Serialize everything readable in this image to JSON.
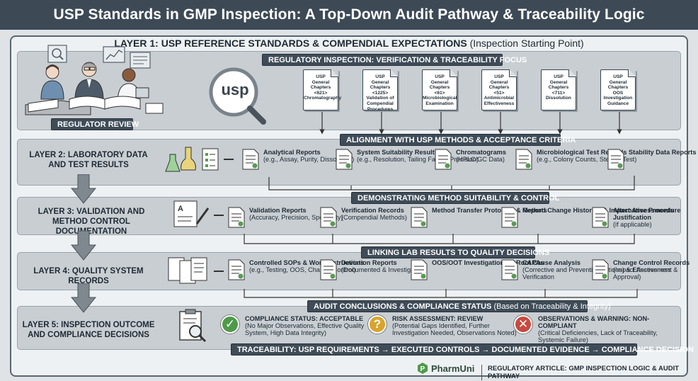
{
  "title": "USP Standards in GMP Inspection: A Top-Down Audit Pathway & Traceability Logic",
  "layer1": {
    "title": "LAYER 1: USP REFERENCE STANDARDS & COMPENDIAL EXPECTATIONS",
    "subtitle": "(Inspection Starting Point)",
    "focus_banner": "REGULATORY INSPECTION: VERIFICATION & TRACEABILITY FOCUS",
    "regulator_label": "REGULATOR REVIEW",
    "usp_logo": "usp",
    "chapters": [
      {
        "l1": "USP",
        "l2": "General",
        "l3": "Chapters",
        "l4": "<621>",
        "l5": "Chromatography"
      },
      {
        "l1": "USP",
        "l2": "General",
        "l3": "Chapters",
        "l4": "<1225>",
        "l5": "Validation of Compendial Procedures"
      },
      {
        "l1": "USP",
        "l2": "General",
        "l3": "Chapters",
        "l4": "<61>",
        "l5": "Microbiological Examination"
      },
      {
        "l1": "USP",
        "l2": "General",
        "l3": "Chapters",
        "l4": "<51>",
        "l5": "Antimicrobial Effectiveness"
      },
      {
        "l1": "USP",
        "l2": "General",
        "l3": "Chapters",
        "l4": "<711>",
        "l5": "Dissolution"
      },
      {
        "l1": "USP",
        "l2": "General",
        "l3": "Chapters",
        "l4": "OOS",
        "l5": "Investigation Guidance"
      }
    ]
  },
  "layer2": {
    "label": "LAYER 2: LABORATORY DATA AND TEST RESULTS",
    "banner": "ALIGNMENT WITH USP METHODS & ACCEPTANCE CRITERIA",
    "items": [
      {
        "title": "Analytical Reports",
        "desc": "(e.g., Assay, Purity, Dissolution)"
      },
      {
        "title": "System Suitability Results",
        "desc": "(e.g., Resolution, Tailing Factor, Precision)"
      },
      {
        "title": "Chromatograms",
        "desc": "(HPLC/GC Data)"
      },
      {
        "title": "Microbiological Test Records",
        "desc": "(e.g., Colony Counts, Sterility Test)"
      },
      {
        "title": "Stability Data Reports",
        "desc": ""
      }
    ]
  },
  "layer3": {
    "label": "LAYER 3: VALIDATION AND METHOD CONTROL DOCUMENTATION",
    "banner": "DEMONSTRATING METHOD SUITABILITY & CONTROL",
    "items": [
      {
        "title": "Validation Reports",
        "desc": "(Accuracy, Precision, Specificity)"
      },
      {
        "title": "Verification Records",
        "desc": "(Compendial Methods)"
      },
      {
        "title": "Method Transfer Protocols & Reports",
        "desc": ""
      },
      {
        "title": "Method Change Histories & Impact Assessments",
        "desc": ""
      },
      {
        "title": "Alternative Procedure Justification",
        "desc": "(if applicable)"
      }
    ]
  },
  "layer4": {
    "label": "LAYER 4: QUALITY SYSTEM RECORDS",
    "banner": "LINKING LAB RESULTS TO QUALITY DECISIONS",
    "items": [
      {
        "title": "Controlled SOPs & Work Instructions",
        "desc": "(e.g., Testing, OOS, Change Control)"
      },
      {
        "title": "Deviation Reports",
        "desc": "(Documented & Investigated)"
      },
      {
        "title": "OOS/OOT Investigations & Root Cause Analysis",
        "desc": ""
      },
      {
        "title": "CAPAs",
        "desc": "(Corrective and Preventive Actions) & Effectiveness Verification"
      },
      {
        "title": "Change Control Records",
        "desc": "(Impact Assessment & Approval)"
      }
    ]
  },
  "layer5": {
    "label": "LAYER 5: INSPECTION OUTCOME AND COMPLIANCE DECISIONS",
    "banner": "AUDIT CONCLUSIONS & COMPLIANCE STATUS",
    "banner_note": "(Based on Traceability & Integrity)",
    "results": [
      {
        "symbol": "✓",
        "color": "#4f9a4a",
        "title": "COMPLIANCE STATUS: ACCEPTABLE",
        "desc": "(No Major Observations, Effective Quality System, High Data Integrity)"
      },
      {
        "symbol": "?",
        "color": "#d9a42e",
        "title": "RISK ASSESSMENT: REVIEW",
        "desc": "(Potential Gaps Identified, Further Investigation Needed, Observations Noted)"
      },
      {
        "symbol": "✕",
        "color": "#c8493f",
        "title": "OBSERVATIONS & WARNING: NON-COMPLIANT",
        "desc": "(Critical Deficiencies, Lack of Traceability, Systemic Failure)"
      }
    ],
    "traceability": "TRACEABILITY: USP REQUIREMENTS → EXECUTED CONTROLS → DOCUMENTED EVIDENCE → COMPLIANCE DECISION"
  },
  "footer": {
    "brand": "PharmUni",
    "article": "REGULATORY ARTICLE: GMP INSPECTION LOGIC & AUDIT PATHWAY"
  },
  "colors": {
    "title_bg": "#3d4a56",
    "banner_bg": "#3f4c58",
    "layer_bg": "#c9ced3",
    "accent_green": "#4f9a4a"
  }
}
